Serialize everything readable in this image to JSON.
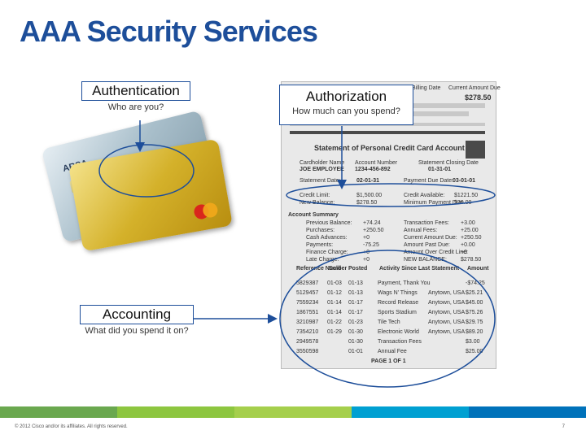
{
  "title": "AAA Security Services",
  "authentication": {
    "heading": "Authentication",
    "sub": "Who are you?"
  },
  "authorization": {
    "heading": "Authorization",
    "sub": "How much can you spend?"
  },
  "accounting": {
    "heading": "Accounting",
    "sub": "What did you spend it on?"
  },
  "statement": {
    "billing_date_label": "Billing Date",
    "amount_due_label": "Current Amount Due",
    "amount_due": "$278.50",
    "header": "Statement of Personal Credit Card Account",
    "cardholder_label": "Cardholder Name",
    "cardholder": "JOE EMPLOYEE",
    "account_label": "Account Number",
    "account": "1234-456-892",
    "closing_label": "Statement Closing Date",
    "closing": "01-31-01",
    "statement_date_label": "Statement Date:",
    "statement_date": "02-01-31",
    "payment_due_label": "Payment Due Date:",
    "payment_due": "03-01-01",
    "credit_limit_label": "Credit Limit:",
    "credit_limit": "$1,500.00",
    "credit_available_label": "Credit Available:",
    "credit_available": "$1221.50",
    "new_balance_label": "New Balance:",
    "new_balance": "$278.50",
    "min_payment_label": "Minimum Payment Due",
    "min_payment": "$20.00",
    "summary_header": "Account Summary",
    "summary_rows": [
      [
        "Previous Balance:",
        "+74.24",
        "Transaction Fees:",
        "+3.00"
      ],
      [
        "Purchases:",
        "+250.50",
        "Annual Fees:",
        "+25.00"
      ],
      [
        "Cash Advances:",
        "+0",
        "Current Amount Due:",
        "+250.50"
      ],
      [
        "Payments:",
        "-75.25",
        "Amount Past Due:",
        "+0.00"
      ],
      [
        "Finance Charge:",
        "+0",
        "Amount Over Credit Line:",
        "+0"
      ],
      [
        "Late Charge:",
        "+0",
        "NEW BALANCE:",
        "$278.50"
      ]
    ],
    "activity_headers": [
      "Reference Number",
      "Sold",
      "Posted",
      "Activity Since Last Statement",
      "Amount"
    ],
    "activity_rows": [
      [
        "5829387",
        "01-03",
        "01-13",
        "Payment, Thank You",
        "",
        "-$74.25"
      ],
      [
        "5129457",
        "01-12",
        "01-13",
        "Wags N' Things",
        "Anytown, USA",
        "$25.21"
      ],
      [
        "7559234",
        "01-14",
        "01-17",
        "Record Release",
        "Anytown, USA",
        "$45.00"
      ],
      [
        "1867551",
        "01-14",
        "01-17",
        "Sports Stadium",
        "Anytown, USA",
        "$75.26"
      ],
      [
        "3210987",
        "01-22",
        "01-23",
        "Tile Tech",
        "Anytown, USA",
        "$29.75"
      ],
      [
        "7354210",
        "01-29",
        "01-30",
        "Electronic World",
        "Anytown, USA",
        "$89.20"
      ],
      [
        "2949578",
        "",
        "01-30",
        "Transaction Fees",
        "",
        "$3.00"
      ],
      [
        "3550598",
        "",
        "01-01",
        "Annual Fee",
        "",
        "$25.00"
      ]
    ],
    "page_label": "PAGE 1 OF 1"
  },
  "footer": {
    "copyright": "© 2012 Cisco and/or its affiliates. All rights reserved.",
    "page": "7"
  },
  "colors": {
    "title": "#1d4e9a",
    "ellipse": "#1d4e9a",
    "footer": [
      "#6aa84f",
      "#8dc63f",
      "#a5cf4c",
      "#00a0d2",
      "#0072ba"
    ]
  }
}
